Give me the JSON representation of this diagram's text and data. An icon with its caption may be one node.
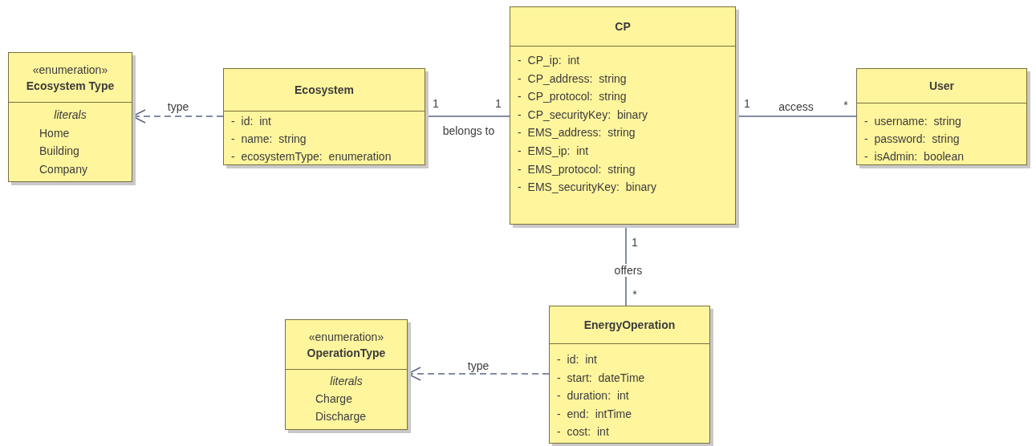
{
  "diagram": {
    "nodes": [
      {
        "text": [
          "«enumeration»",
          "Ecosystem Type",
          "literals",
          "Home",
          "Building",
          "Company"
        ]
      },
      {
        "text": [
          "Ecosystem",
          "- id: int",
          "- name: string",
          "- ecosystemType: enumeration"
        ]
      },
      {
        "text": [
          "CP",
          "- CP_ip: int",
          "- CP_address: string",
          "- CP_protocol: string",
          "- CP_securityKey: binary",
          "- EMS_address: string",
          "- EMS_ip: int",
          "- EMS_protocol: string",
          "- EMS_securityKey: binary"
        ]
      },
      {
        "text": [
          "User",
          "- username: string",
          "- password: string",
          "- isAdmin: boolean"
        ]
      },
      {
        "text": [
          "«enumeration»",
          "OperationType",
          "literals",
          "Charge",
          "Discharge"
        ]
      },
      {
        "text": [
          "EnergyOperation",
          "- id: int",
          "- start: dateTime",
          "- duration: int",
          "- end: intTime",
          "- cost: int"
        ]
      }
    ],
    "edges": [
      {
        "from": 1,
        "to": 0,
        "arrow": "to",
        "label": "type",
        "style": "dashed"
      },
      {
        "from": 1,
        "to": 2,
        "arrow": "none",
        "label": "belongs to"
      },
      {
        "from": 2,
        "to": 3,
        "arrow": "none",
        "label": "access"
      },
      {
        "from": 2,
        "to": 5,
        "arrow": "none",
        "label": "offers"
      },
      {
        "from": 5,
        "to": 4,
        "arrow": "to",
        "label": "type",
        "style": "dashed"
      }
    ],
    "labels": [
      "1",
      "1",
      "1",
      "*",
      "1",
      "*"
    ]
  }
}
